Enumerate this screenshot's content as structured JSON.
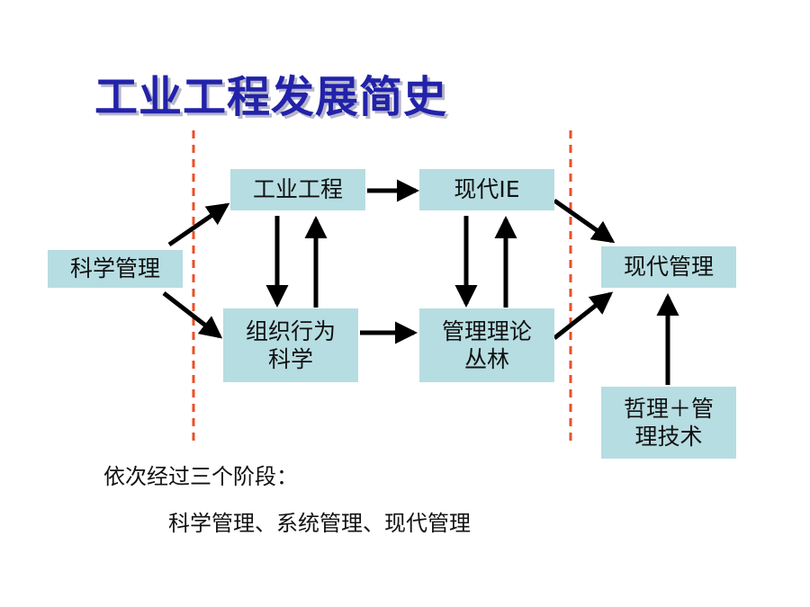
{
  "title": "工业工程发展简史",
  "nodes": {
    "scientific_management": "科学管理",
    "industrial_engineering": "工业工程",
    "modern_ie": "现代IE",
    "org_behavior_line1": "组织行为",
    "org_behavior_line2": "科学",
    "management_theory_line1": "管理理论",
    "management_theory_line2": "丛林",
    "modern_management": "现代管理",
    "philosophy_line1": "哲理＋管",
    "philosophy_line2": "理技术"
  },
  "caption": {
    "stages_intro": "依次经过三个阶段：",
    "stages_list": "科学管理、系统管理、现代管理"
  },
  "colors": {
    "title": "#2222aa",
    "box_fill": "#b6dde2",
    "divider": "#e8502a",
    "arrow": "#000000"
  }
}
